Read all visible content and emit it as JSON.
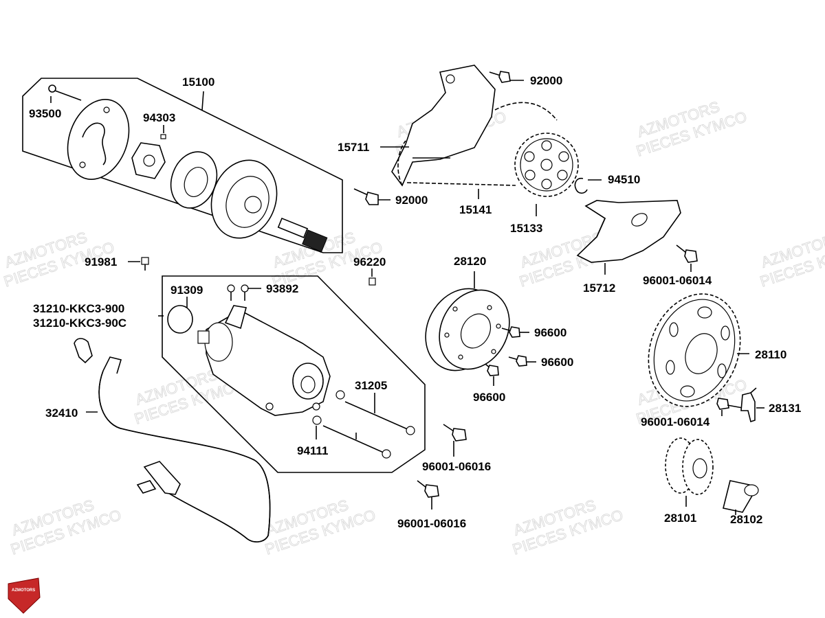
{
  "watermark": {
    "line1": "AZMOTORS",
    "line2": "PIECES KYMCO"
  },
  "logo_text": "AZMOTORS",
  "labels": {
    "p15100": "15100",
    "p93500": "93500",
    "p94303": "94303",
    "p92000a": "92000",
    "p15711": "15711",
    "p92000b": "92000",
    "p15141": "15141",
    "p15133": "15133",
    "p94510": "94510",
    "p15712": "15712",
    "p9600106014a": "96001-06014",
    "p91981": "91981",
    "p96220": "96220",
    "p28120": "28120",
    "p91309": "91309",
    "p93892": "93892",
    "p31210a": "31210-KKC3-900",
    "p31210b": "31210-KKC3-90C",
    "p96600a": "96600",
    "p96600b": "96600",
    "p96600c": "96600",
    "p28110": "28110",
    "p31205": "31205",
    "p32410": "32410",
    "p94111": "94111",
    "p9600106016a": "96001-06016",
    "p9600106016b": "96001-06016",
    "p9600106014b": "96001-06014",
    "p28131": "28131",
    "p28101": "28101",
    "p28102": "28102"
  }
}
